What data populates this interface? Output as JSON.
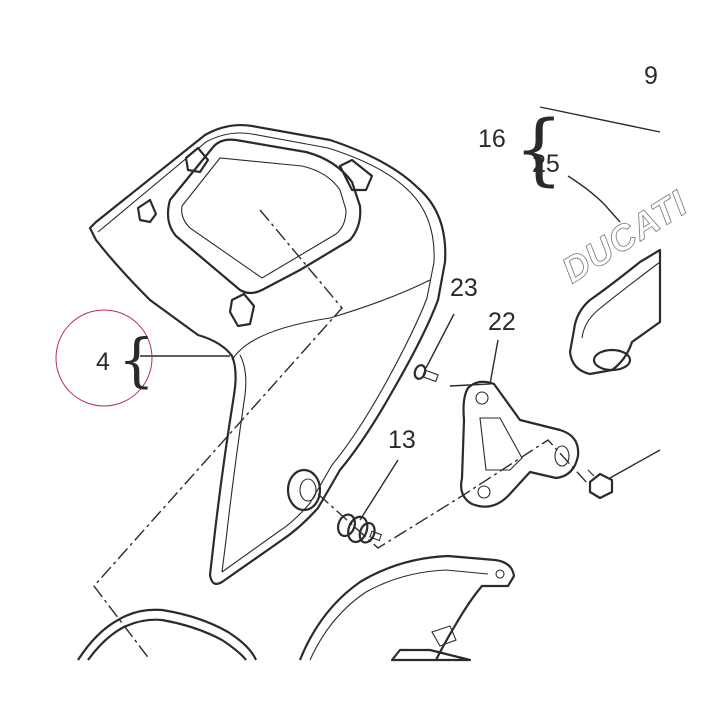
{
  "callouts": {
    "c9": "9",
    "c16": "16",
    "c25": "25",
    "c23": "23",
    "c22": "22",
    "c4": "4",
    "c13": "13"
  },
  "brace_glyph": "{",
  "logo_text": "DUCATI",
  "colors": {
    "part_fill": "#bdbdbd",
    "part_fill_dark": "#8f8f8f",
    "line": "#2b2b2b",
    "highlight_circle": "#b0324a"
  },
  "icons": [
    "screw-icon",
    "bracket-icon",
    "grommet-icon",
    "nut-icon"
  ]
}
